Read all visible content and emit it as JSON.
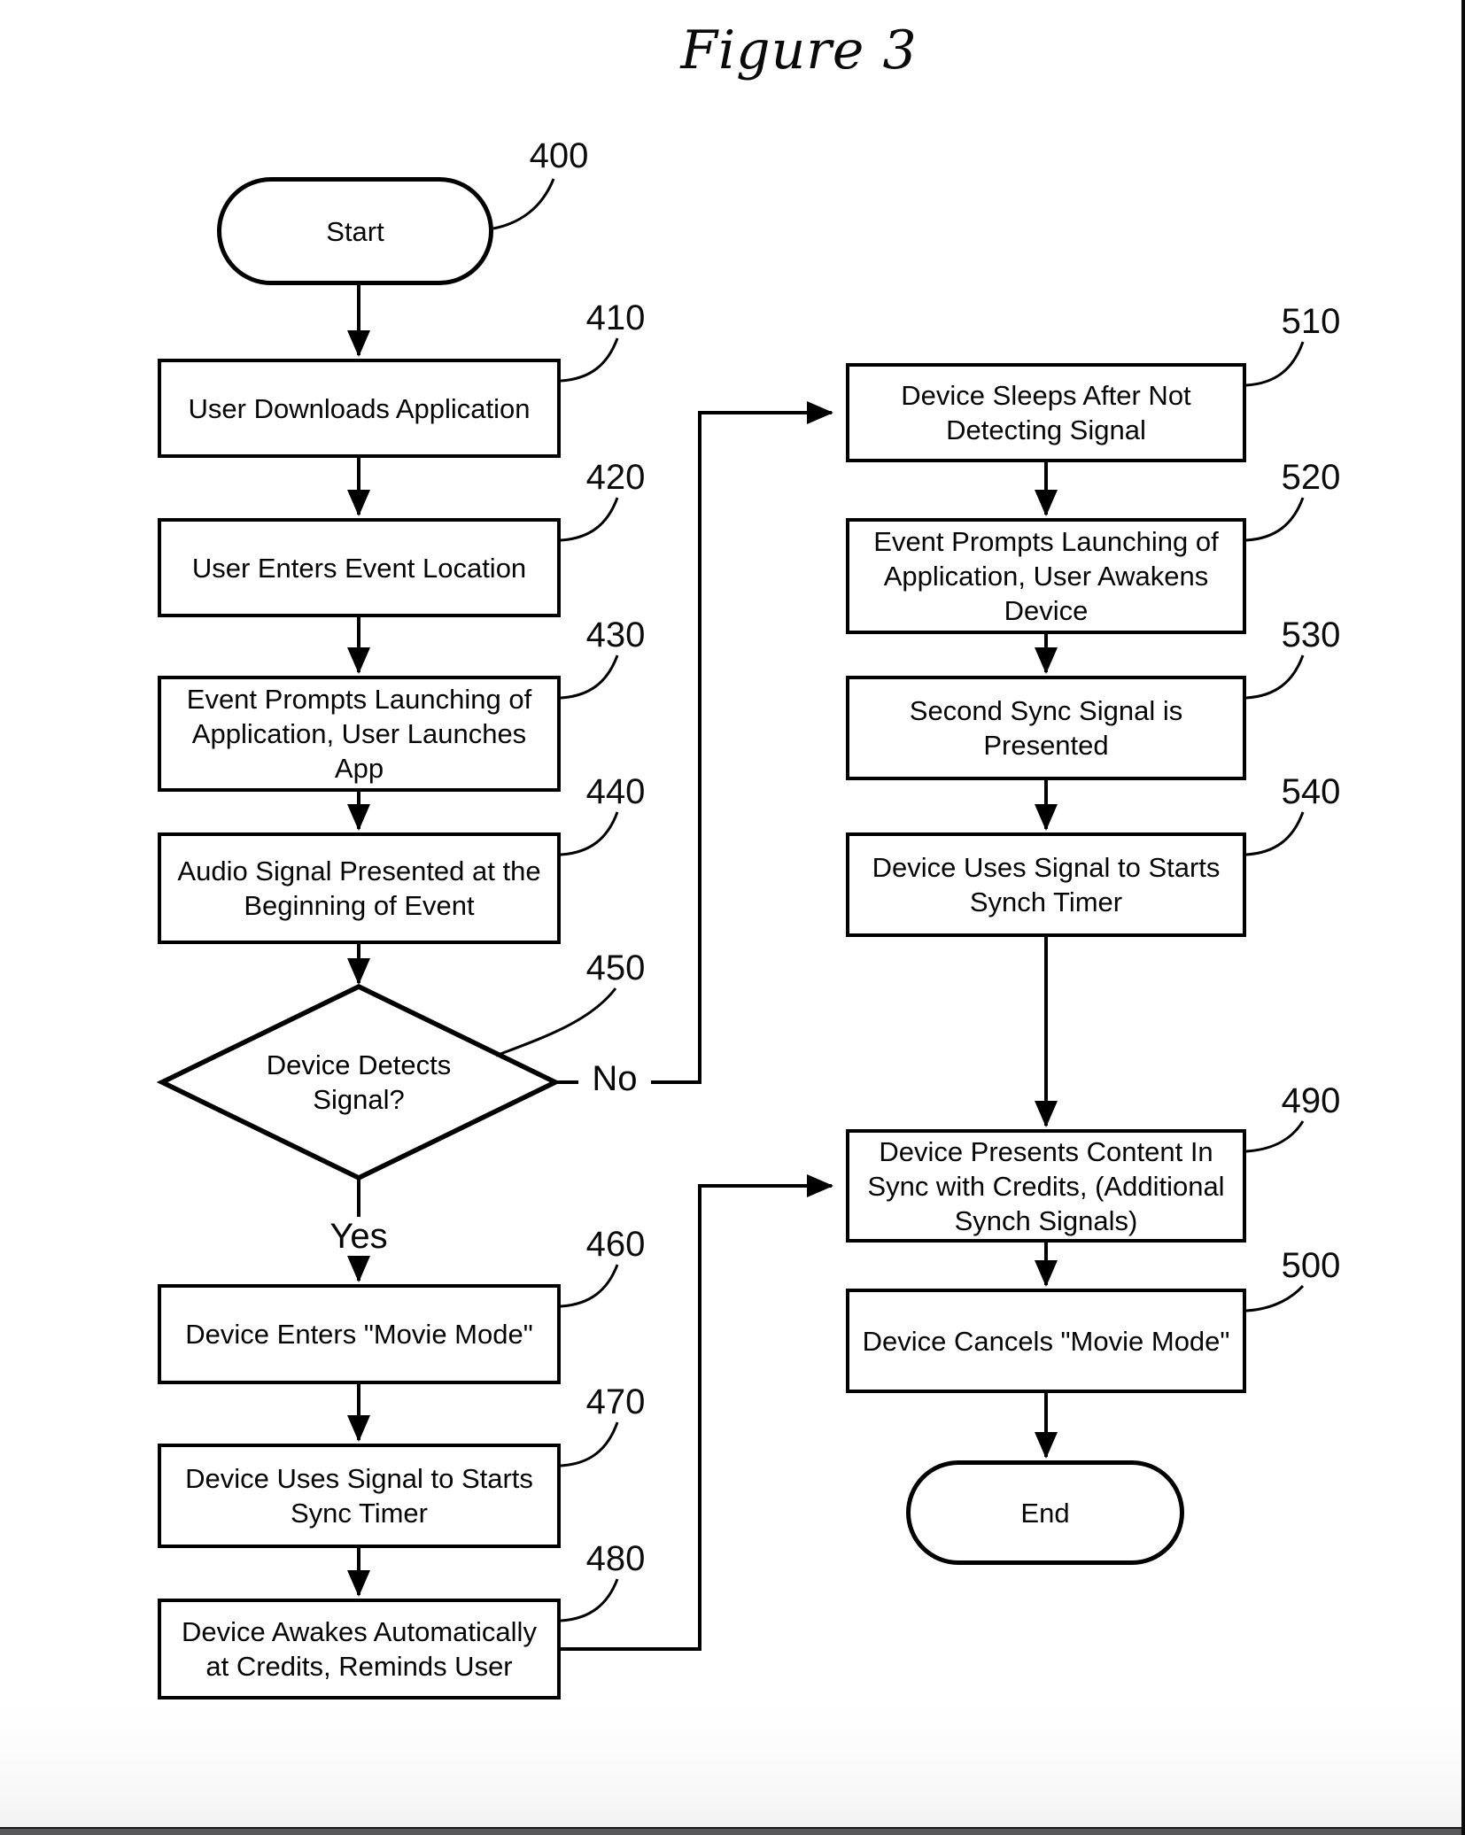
{
  "title": "Figure 3",
  "branch_labels": {
    "yes": "Yes",
    "no": "No"
  },
  "nodes": {
    "start": {
      "label": "Start",
      "ref": "400"
    },
    "n410": {
      "label": "User Downloads Application",
      "ref": "410"
    },
    "n420": {
      "label": "User Enters Event Location",
      "ref": "420"
    },
    "n430": {
      "label": "Event Prompts Launching of\nApplication, User Launches\nApp",
      "ref": "430"
    },
    "n440": {
      "label": "Audio Signal Presented at the\nBeginning of Event",
      "ref": "440"
    },
    "n450": {
      "label": "Device Detects\nSignal?",
      "ref": "450"
    },
    "n460": {
      "label": "Device Enters \"Movie Mode\"",
      "ref": "460"
    },
    "n470": {
      "label": "Device Uses Signal to Starts\nSync Timer",
      "ref": "470"
    },
    "n480": {
      "label": "Device Awakes Automatically\nat Credits, Reminds User",
      "ref": "480"
    },
    "n510": {
      "label": "Device Sleeps After Not\nDetecting Signal",
      "ref": "510"
    },
    "n520": {
      "label": "Event Prompts Launching of\nApplication, User Awakens\nDevice",
      "ref": "520"
    },
    "n530": {
      "label": "Second Sync Signal is\nPresented",
      "ref": "530"
    },
    "n540": {
      "label": "Device Uses Signal to Starts\nSynch Timer",
      "ref": "540"
    },
    "n490": {
      "label": "Device Presents Content In\nSync with Credits, (Additional\nSynch Signals)",
      "ref": "490"
    },
    "n500": {
      "label": "Device Cancels \"Movie Mode\"",
      "ref": "500"
    },
    "end": {
      "label": "End"
    }
  },
  "colors": {
    "line": "#000000",
    "page_background": "#ffffff",
    "taskbar": "#58585a",
    "right_edge": "#0a0a0a"
  }
}
